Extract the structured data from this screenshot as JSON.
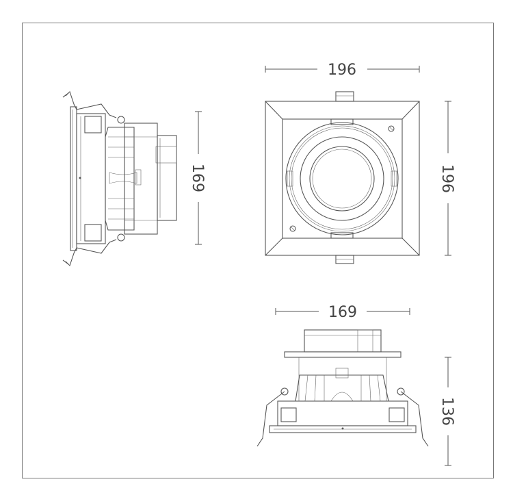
{
  "dimensions": {
    "front_width": "196",
    "front_height": "196",
    "side_height": "169",
    "bottom_width": "169",
    "bottom_height": "136"
  }
}
